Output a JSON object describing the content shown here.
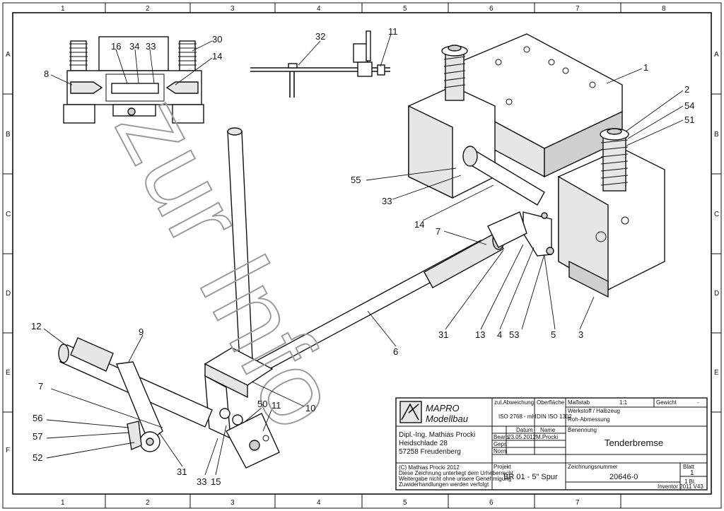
{
  "sheet": {
    "grid_columns": [
      "1",
      "2",
      "3",
      "4",
      "5",
      "6",
      "7",
      "8"
    ],
    "grid_rows": [
      "A",
      "B",
      "C",
      "D",
      "E",
      "F"
    ]
  },
  "callouts": {
    "c1": "1",
    "c2": "2",
    "c54": "54",
    "c51": "51",
    "c55": "55",
    "c33a": "33",
    "c14a": "14",
    "c7a": "7",
    "c31a": "31",
    "c13": "13",
    "c4": "4",
    "c53": "53",
    "c5": "5",
    "c3": "3",
    "c6": "6",
    "c10": "10",
    "c12": "12",
    "c9": "9",
    "c7b": "7",
    "c56": "56",
    "c57": "57",
    "c52": "52",
    "c31b": "31",
    "c33b": "33",
    "c15": "15",
    "c50": "50",
    "c11a": "11",
    "c8": "8",
    "c16": "16",
    "c34": "34",
    "c33c": "33",
    "c30": "30",
    "c14b": "14",
    "c32": "32",
    "c11b": "11"
  },
  "watermark": "zur Info",
  "title_block": {
    "logo_line1": "MAPRO",
    "logo_line2": "Modellbau",
    "address_line1": "Dipl.-Ing. Mathias Procki",
    "address_line2": "Heidschlade 28",
    "address_line3": "57258 Freudenberg",
    "copyright_line1": "(C) Mathias Procki 2012",
    "copyright_line2": "Diese Zeichnung unterliegt dem Urheberrecht",
    "copyright_line3": "Weitergabe nicht ohne unsere Genehmigung",
    "copyright_line4": "Zuwiderhandlungen werden verfolgt",
    "tol_label": "zul.Abweichung",
    "tol_value": "ISO 2768 - mH",
    "surface_label": "Oberfläche",
    "surface_value": "DIN ISO 1302",
    "scale_label": "Maßstab",
    "scale_value": "1:1",
    "weight_label": "Gewicht",
    "weight_value": "-",
    "material_label": "Werkstoff / Halbzeug",
    "material_value": "Roh-Abmessung",
    "name_label": "Benennung",
    "name_value": "Tenderbremse",
    "datum_label": "Datum",
    "person_label": "Name",
    "row_bearb": "Bearb.",
    "row_bearb_date": "23.05.2012",
    "row_bearb_name": "M.Procki",
    "row_gepr": "Gepr.",
    "row_norm": "Norm",
    "project_label": "Projekt",
    "project_value": "BR 01 - 5\" Spur",
    "drawing_no_label": "Zeichnungsnummer",
    "drawing_no_value": "20646-0",
    "sheet_label": "Blatt",
    "sheet_value": "1",
    "sheets_value": "1 Bl.",
    "software": "Inventor 2011 V43"
  }
}
